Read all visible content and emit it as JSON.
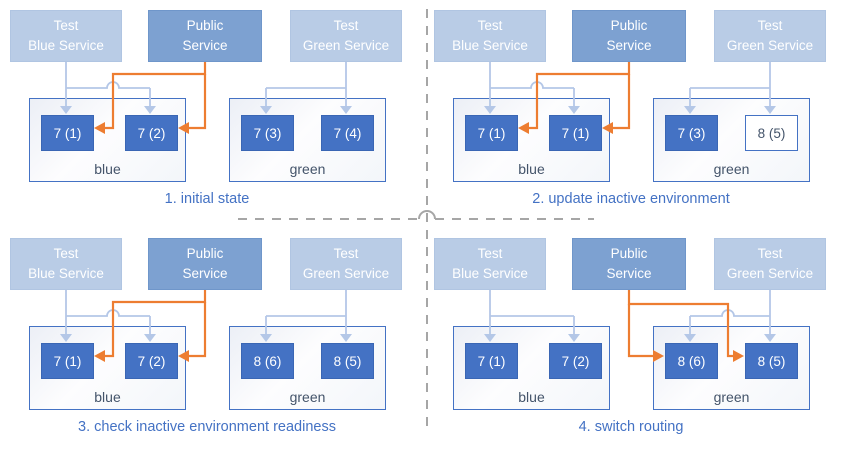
{
  "diagram_type": "blue-green deployment routing steps",
  "colors": {
    "service_light": "#b9cce6",
    "service_public": "#7da1d1",
    "pod_active": "#4472c4",
    "pod_inactive_bg": "#ffffff",
    "pod_inactive_text": "#44546a",
    "env_border": "#4472c4",
    "env_label_text": "#44546a",
    "caption_text": "#4472c4",
    "test_arrow": "#b4c7e7",
    "public_arrow": "#ed7d31",
    "divider": "#a6a6a6"
  },
  "panels": [
    {
      "caption": "1. initial state",
      "test_blue_service": {
        "line1": "Test",
        "line2": "Blue Service"
      },
      "public_service": {
        "line1": "Public",
        "line2": "Service"
      },
      "test_green_service": {
        "line1": "Test",
        "line2": "Green Service"
      },
      "blue_env": {
        "label": "blue",
        "pods": [
          {
            "label": "7 (1)",
            "state": "active"
          },
          {
            "label": "7 (2)",
            "state": "active"
          }
        ]
      },
      "green_env": {
        "label": "green",
        "pods": [
          {
            "label": "7 (3)",
            "state": "active"
          },
          {
            "label": "7 (4)",
            "state": "active"
          }
        ]
      },
      "public_routes_to": "blue"
    },
    {
      "caption": "2. update inactive environment",
      "test_blue_service": {
        "line1": "Test",
        "line2": "Blue Service"
      },
      "public_service": {
        "line1": "Public",
        "line2": "Service"
      },
      "test_green_service": {
        "line1": "Test",
        "line2": "Green Service"
      },
      "blue_env": {
        "label": "blue",
        "pods": [
          {
            "label": "7 (1)",
            "state": "active"
          },
          {
            "label": "7 (1)",
            "state": "active"
          }
        ]
      },
      "green_env": {
        "label": "green",
        "pods": [
          {
            "label": "7 (3)",
            "state": "active"
          },
          {
            "label": "8 (5)",
            "state": "inactive"
          }
        ]
      },
      "public_routes_to": "blue"
    },
    {
      "caption": "3. check inactive environment readiness",
      "test_blue_service": {
        "line1": "Test",
        "line2": "Blue Service"
      },
      "public_service": {
        "line1": "Public",
        "line2": "Service"
      },
      "test_green_service": {
        "line1": "Test",
        "line2": "Green Service"
      },
      "blue_env": {
        "label": "blue",
        "pods": [
          {
            "label": "7 (1)",
            "state": "active"
          },
          {
            "label": "7 (2)",
            "state": "active"
          }
        ]
      },
      "green_env": {
        "label": "green",
        "pods": [
          {
            "label": "8 (6)",
            "state": "active"
          },
          {
            "label": "8 (5)",
            "state": "active"
          }
        ]
      },
      "public_routes_to": "blue"
    },
    {
      "caption": "4. switch routing",
      "test_blue_service": {
        "line1": "Test",
        "line2": "Blue Service"
      },
      "public_service": {
        "line1": "Public",
        "line2": "Service"
      },
      "test_green_service": {
        "line1": "Test",
        "line2": "Green Service"
      },
      "blue_env": {
        "label": "blue",
        "pods": [
          {
            "label": "7 (1)",
            "state": "active"
          },
          {
            "label": "7 (2)",
            "state": "active"
          }
        ]
      },
      "green_env": {
        "label": "green",
        "pods": [
          {
            "label": "8 (6)",
            "state": "active"
          },
          {
            "label": "8 (5)",
            "state": "active"
          }
        ]
      },
      "public_routes_to": "green"
    }
  ]
}
